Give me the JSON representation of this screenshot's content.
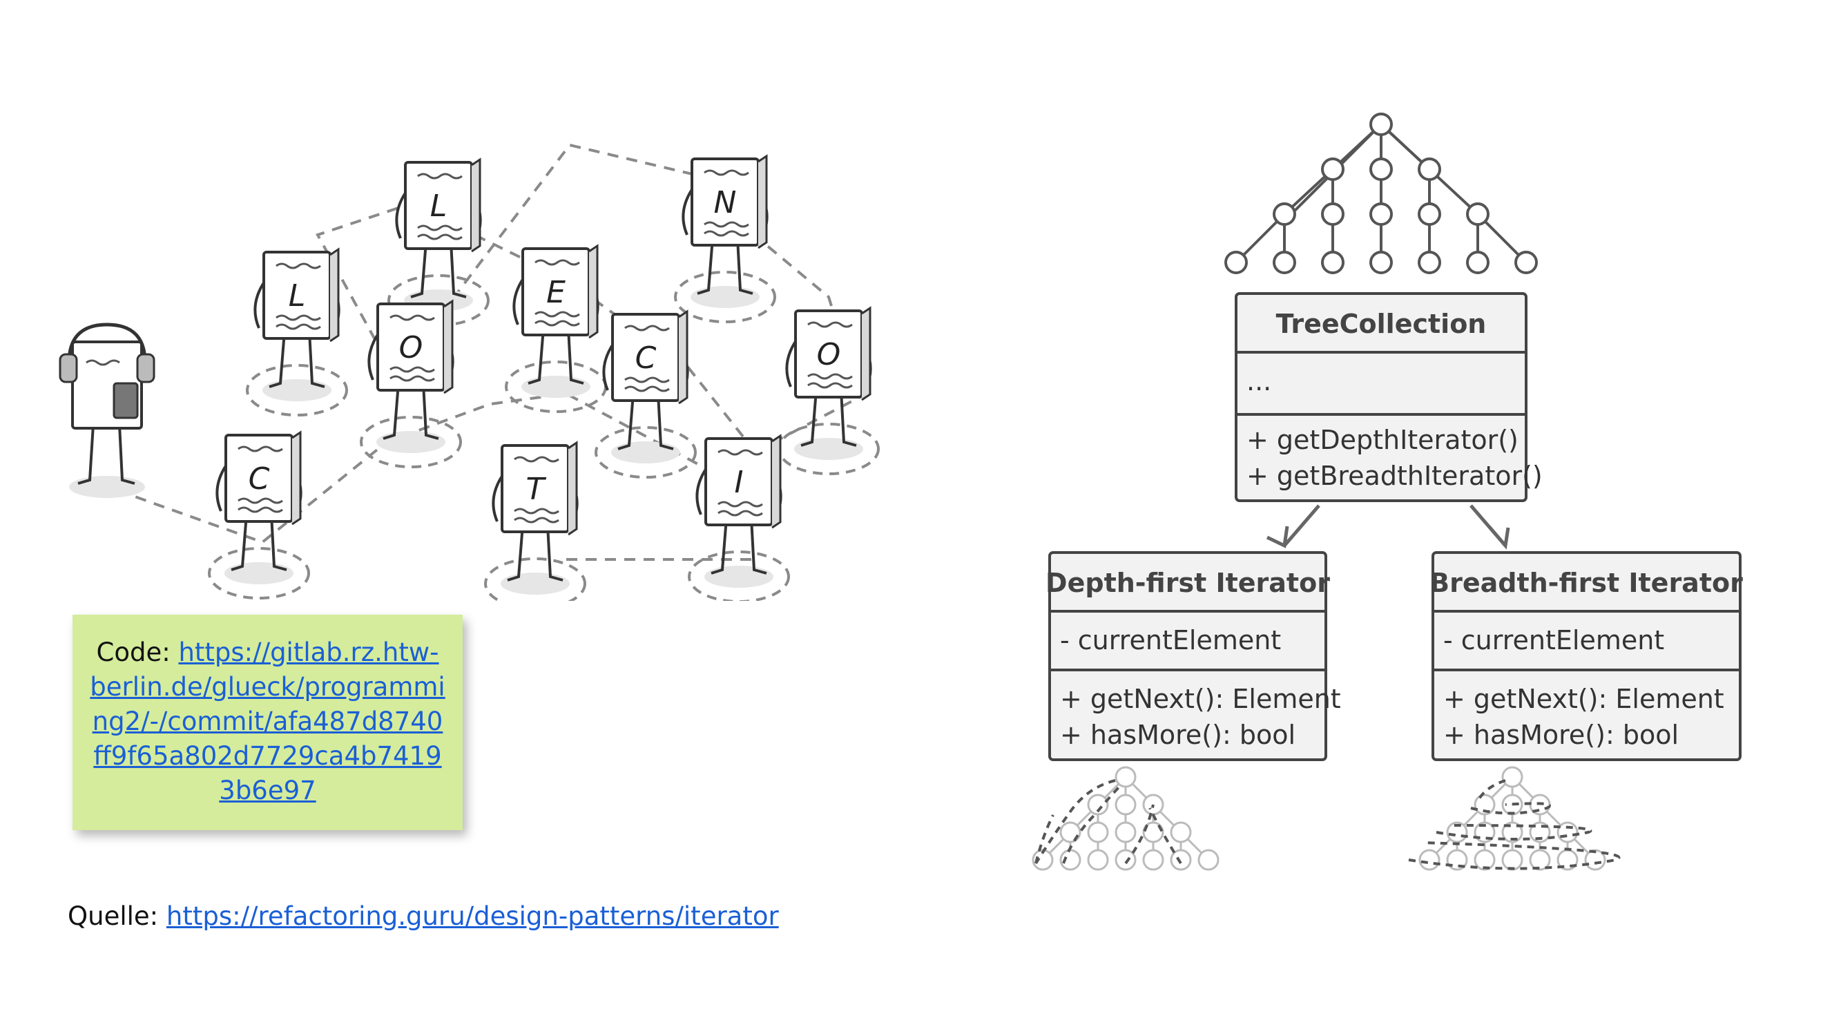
{
  "code_note": {
    "label": "Code: ",
    "link": "https://gitlab.rz.htw-berlin.de/glueck/programming2/-/commit/afa487d8740ff9f65a802d7729ca4b74193b6e97"
  },
  "source": {
    "label": "Quelle: ",
    "link": "https://refactoring.guru/design-patterns/iterator"
  },
  "characters": [
    "L",
    "L",
    "E",
    "N",
    "O",
    "C",
    "O",
    "C",
    "T",
    "I"
  ],
  "tree_collection": {
    "title": "TreeCollection",
    "fields": "...",
    "methods": [
      "+ getDepthIterator()",
      "+ getBreadthIterator()"
    ]
  },
  "depth_iterator": {
    "title": "Depth-first Iterator",
    "field": "- currentElement",
    "methods": [
      "+ getNext(): Element",
      "+ hasMore(): bool"
    ]
  },
  "breadth_iterator": {
    "title": "Breadth-first Iterator",
    "field": "- currentElement",
    "methods": [
      "+ getNext(): Element",
      "+ hasMore(): bool"
    ]
  }
}
